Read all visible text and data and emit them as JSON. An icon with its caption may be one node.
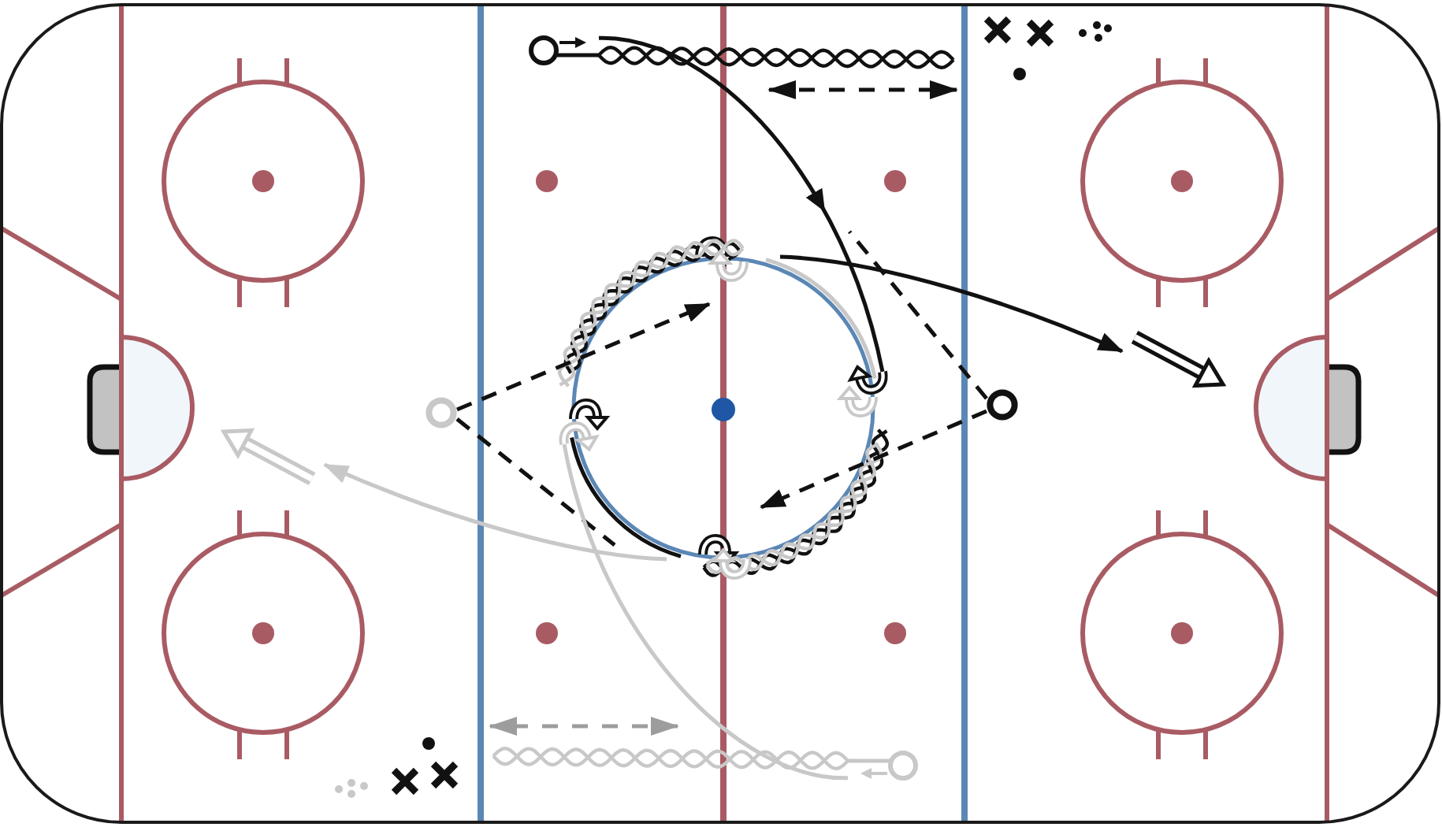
{
  "diagram": {
    "nodes": [
      {
        "text": [],
        "shape": "circle"
      },
      {
        "text": [],
        "shape": "circle"
      },
      {
        "text": [],
        "shape": "circle"
      },
      {
        "text": [],
        "shape": "circle"
      }
    ],
    "edges": [
      {
        "from": 0,
        "to": null,
        "arrow": "none"
      },
      {
        "from": 0,
        "to": null,
        "arrow": "to"
      },
      {
        "from": 1,
        "to": null,
        "arrow": "to",
        "style": "dashed"
      },
      {
        "from": 1,
        "to": null,
        "arrow": "none",
        "style": "dashed"
      },
      {
        "from": 2,
        "to": null,
        "arrow": "none",
        "style": "dashed"
      },
      {
        "from": 2,
        "to": null,
        "arrow": "to",
        "style": "dashed"
      },
      {
        "from": 3,
        "to": null,
        "arrow": "none",
        "color": "#c8c8c8"
      },
      {
        "from": 3,
        "to": null,
        "arrow": "to",
        "color": "#c8c8c8"
      }
    ]
  }
}
